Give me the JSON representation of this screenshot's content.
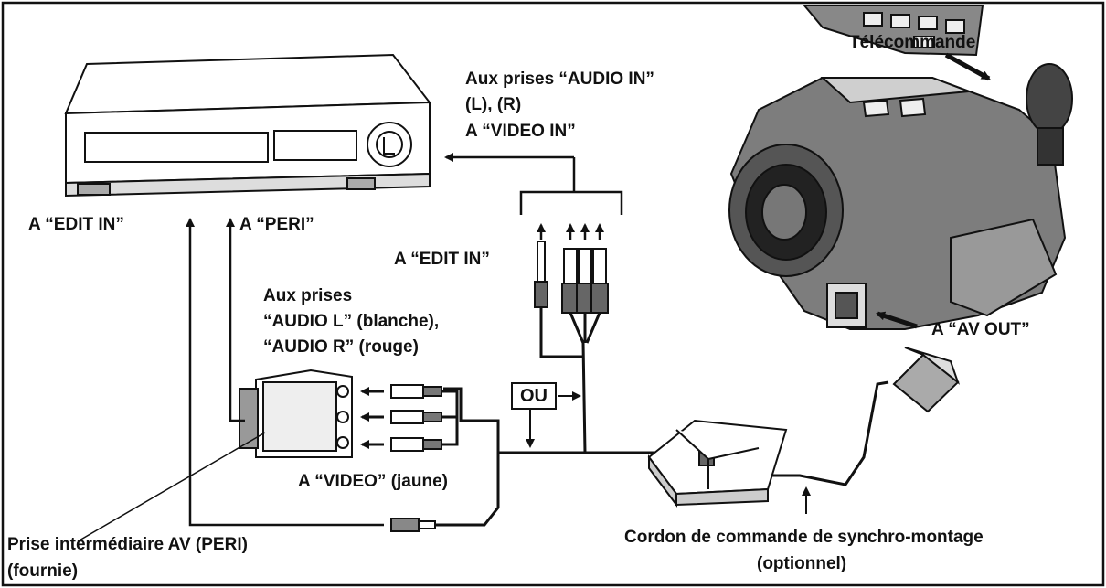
{
  "labels": {
    "remote": "Télécommande",
    "aux_audio_in_1": "Aux prises “AUDIO IN”",
    "aux_audio_in_2": "(L), (R)",
    "video_in": "A “VIDEO IN”",
    "edit_in_vcr": "A “EDIT IN”",
    "peri": "A “PERI”",
    "edit_in_plug": "A “EDIT IN”",
    "aux_prises": "Aux prises",
    "audio_l": "“AUDIO L” (blanche),",
    "audio_r": "“AUDIO R” (rouge)",
    "ou": "OU",
    "av_out": "A “AV OUT”",
    "video_jaune": "A “VIDEO” (jaune)",
    "prise_1": "Prise intermédiaire AV (PERI)",
    "prise_2": "(fournie)",
    "cordon_1": "Cordon de commande de synchro-montage",
    "cordon_2": "(optionnel)"
  },
  "colors": {
    "line": "#111111",
    "background": "#ffffff",
    "shade": "#8a8a8a"
  }
}
